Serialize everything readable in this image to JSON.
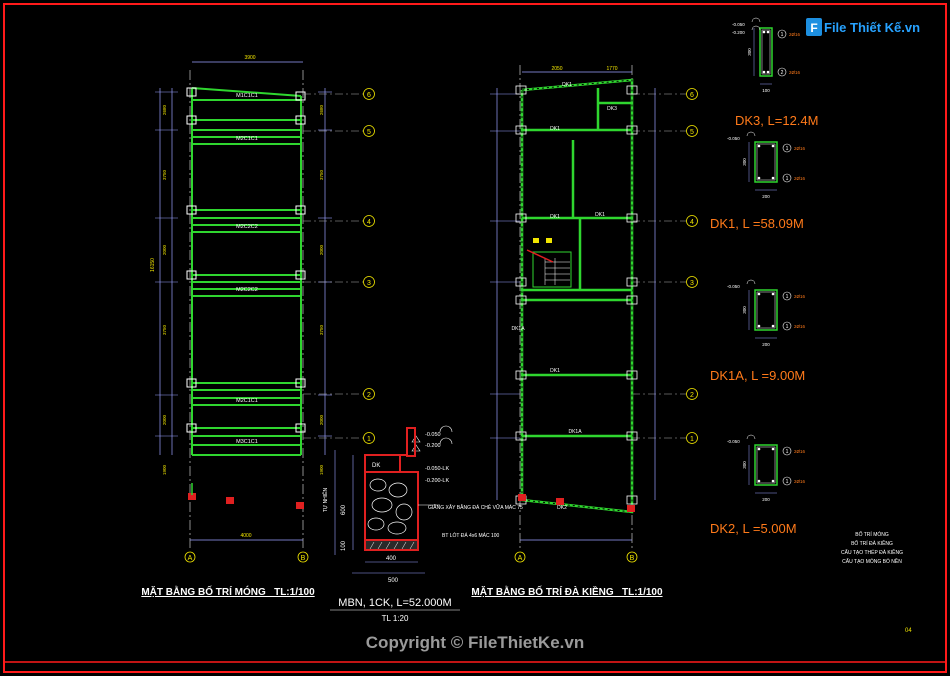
{
  "logo": {
    "text": "File Thiết Kế.vn"
  },
  "colors": {
    "background": "#000000",
    "frame": "#ff1a1a",
    "beam": "#2fd62f",
    "grid_axis": "#b0b0b0",
    "dimension": "#9aa0ff",
    "label_orange": "#ff7a1a",
    "label_yellow": "#f2e600",
    "white": "#ffffff"
  },
  "plan_left": {
    "title": "MẶT BẰNG BỐ TRÍ MÓNG _TL:1/100",
    "beam_labels": [
      "M1C1C1",
      "M2C1C1",
      "M2C2C2",
      "M2C2C2",
      "M2C1C1",
      "M3C1C1"
    ],
    "top_dim": "3900",
    "bottom_dim": "4000",
    "total_dim": "16150",
    "segment_dims": [
      "2680",
      "3750",
      "2000",
      "3750",
      "2000",
      "1900"
    ],
    "axis_letters": [
      "A",
      "B"
    ]
  },
  "plan_right": {
    "title": "MẶT BẰNG BỐ TRÍ ĐÀ KIỀNG _TL:1/100",
    "beam_labels": [
      "DK1",
      "DK1",
      "DK1",
      "DK1",
      "DK1",
      "DK1A",
      "DK2",
      "DK3",
      "DK1A"
    ],
    "top_dims": [
      "2050",
      "1770"
    ],
    "axis_letters": [
      "A",
      "B"
    ]
  },
  "axis_numbers": [
    "6",
    "5",
    "4",
    "3",
    "2",
    "1"
  ],
  "section": {
    "title": "MBN, 1CK, L=52.000M",
    "scale": "TL 1:20",
    "label_dk": "DK",
    "levels": [
      "-0.050",
      "-0.200",
      "-0.050-LK",
      "-0.200-LK"
    ],
    "note1": "GIẰNG XÂY BẰNG ĐÁ CHẺ VỮA MÁC 75",
    "note2": "BT LÓT ĐÁ 4x6 MÁC 100",
    "dim_width1": "400",
    "dim_width2": "500",
    "dim_h1": "600",
    "dim_h2": "100",
    "dim_side": "TỰ NHIÊN"
  },
  "details": [
    {
      "name": "DK3, L=12.4M",
      "levels": [
        "-0.050",
        "-0.200"
      ],
      "w": "100",
      "h": "300",
      "bars": [
        "2Ø16",
        "2Ø16"
      ]
    },
    {
      "name": "DK1, L =58.09M",
      "levels": [
        "-0.050"
      ],
      "w": "200",
      "h": "300",
      "bars": [
        "2Ø16",
        "2Ø16"
      ]
    },
    {
      "name": "DK1A, L =9.00M",
      "levels": [
        "-0.050"
      ],
      "w": "200",
      "h": "300",
      "bars": [
        "2Ø16",
        "2Ø16"
      ]
    },
    {
      "name": "DK2, L =5.00M",
      "levels": [
        "-0.050"
      ],
      "w": "200",
      "h": "300",
      "bars": [
        "2Ø16",
        "2Ø16"
      ]
    }
  ],
  "legend": [
    "BỐ TRÍ MÓNG",
    "BỐ TRÍ ĐÀ KIỀNG",
    "CẤU TẠO THÉP ĐÀ KIỀNG",
    "CẤU TẠO MÓNG BÓ NỀN"
  ],
  "sheet_number": "04",
  "copyright": "Copyright © FileThietKe.vn"
}
